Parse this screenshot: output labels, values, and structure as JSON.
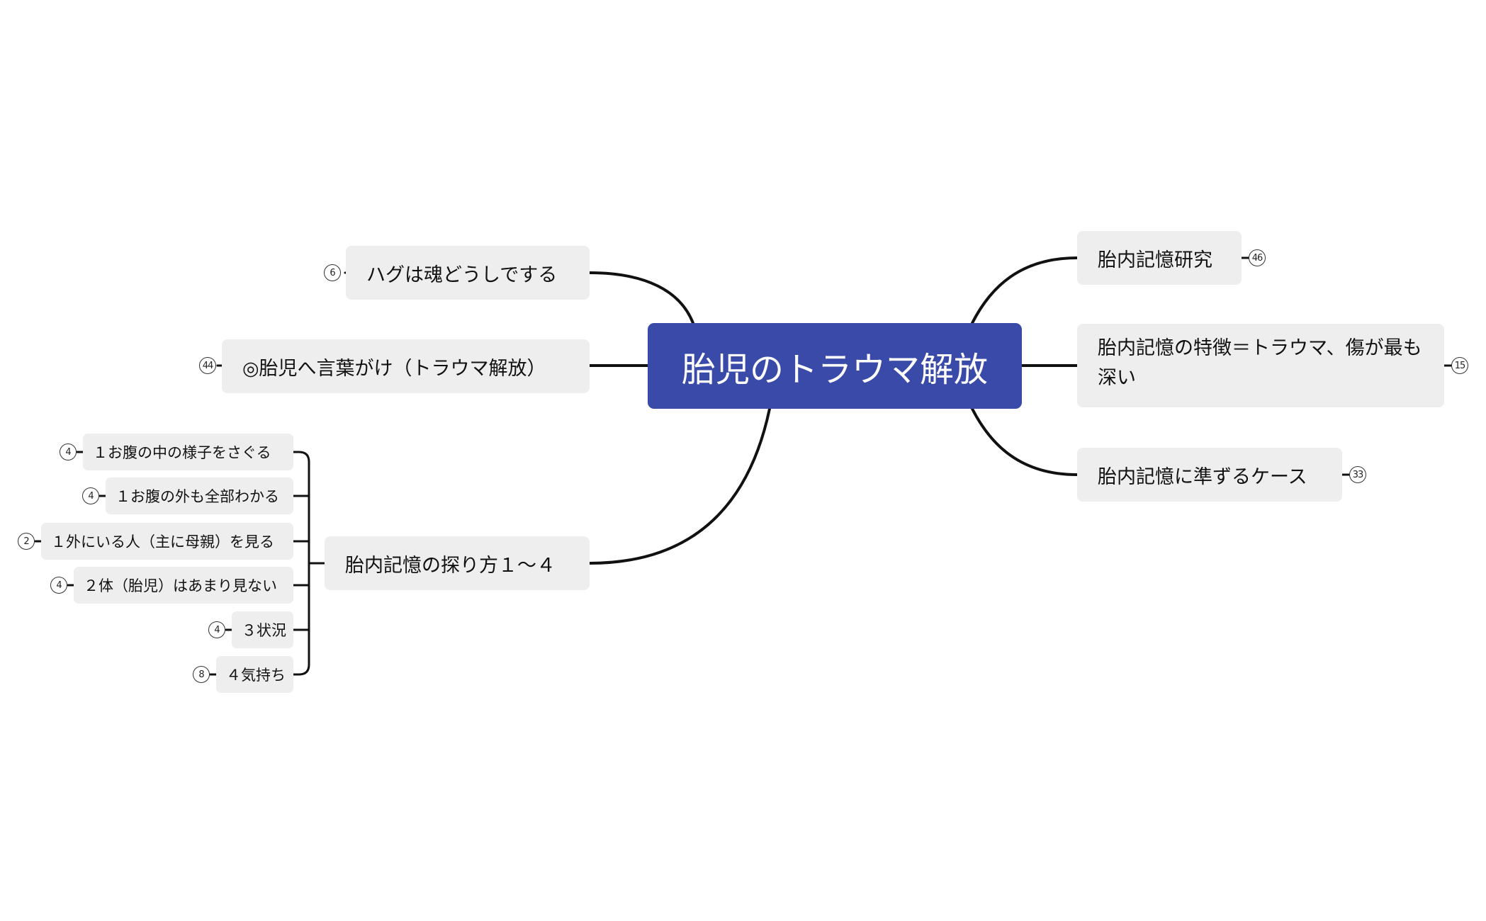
{
  "central": {
    "label": "胎児のトラウマ解放"
  },
  "topics": {
    "hug": {
      "label": "ハグは魂どうしでする",
      "count": "6"
    },
    "words": {
      "label": "◎胎児へ言葉がけ（トラウマ解放）",
      "count": "44"
    },
    "method": {
      "label": "胎内記憶の探り方１〜４",
      "children": [
        {
          "label": "１お腹の中の様子をさぐる",
          "count": "4"
        },
        {
          "label": "１お腹の外も全部わかる",
          "count": "4"
        },
        {
          "label": "１外にいる人（主に母親）を見る",
          "count": "2"
        },
        {
          "label": "２体（胎児）はあまり見ない",
          "count": "4"
        },
        {
          "label": "３状況",
          "count": "4"
        },
        {
          "label": "４気持ち",
          "count": "8"
        }
      ]
    },
    "research": {
      "label": "胎内記憶研究",
      "count": "46"
    },
    "features": {
      "label": "胎内記憶の特徴＝トラウマ、傷が最も深い",
      "count": "15"
    },
    "cases": {
      "label": "胎内記憶に準ずるケース",
      "count": "33"
    }
  },
  "colors": {
    "central_fill": "#3a4aa8",
    "node_fill": "#eeeeee",
    "line": "#111111"
  }
}
